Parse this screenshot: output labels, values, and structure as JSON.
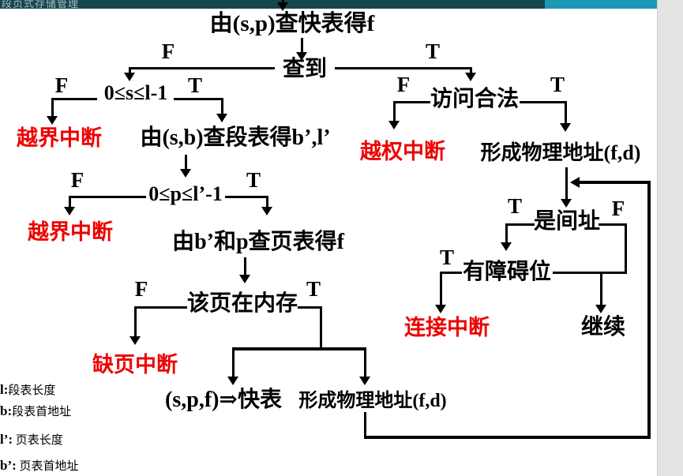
{
  "header": {
    "partial_title": "段页式存储管理"
  },
  "flowchart": {
    "labels": {
      "false": "F",
      "true": "T"
    },
    "nodes": {
      "title": "由(s,p)查快表得f",
      "found": "查到",
      "seg_bounds_check": "0≤s≤l-1",
      "out_of_bounds_interrupt_1": "越界中断",
      "lookup_segment_table": "由(s,b)查段表得b’,l’",
      "page_bounds_check": "0≤p≤l’-1",
      "out_of_bounds_interrupt_2": "越界中断",
      "lookup_page_table": "由b’和p查页表得f",
      "page_in_memory": "该页在内存",
      "page_fault_interrupt": "缺页中断",
      "update_tlb": "(s,p,f)⇒快表",
      "form_physical_address_bottom": "形成物理地址(f,d)",
      "access_legal": "访问合法",
      "privilege_interrupt": "越权中断",
      "form_physical_address": "形成物理地址(f,d)",
      "is_indirect_address": "是间址",
      "has_barrier_bit": "有障碍位",
      "link_interrupt": "连接中断",
      "continue": "继续"
    },
    "colors": {
      "interrupt_red": "#ee0000",
      "line_black": "#000000",
      "header_dark_teal": "#16474f",
      "header_light_teal": "#1b98b4",
      "side_strip_gray": "#e4e3e2"
    }
  },
  "legend": {
    "items": [
      {
        "symbol": "l:",
        "text": "段表长度"
      },
      {
        "symbol": "b:",
        "text": "段表首地址"
      },
      {
        "symbol": "l’:",
        "text": "页表长度"
      },
      {
        "symbol": "b’:",
        "text": "页表首地址"
      }
    ]
  }
}
